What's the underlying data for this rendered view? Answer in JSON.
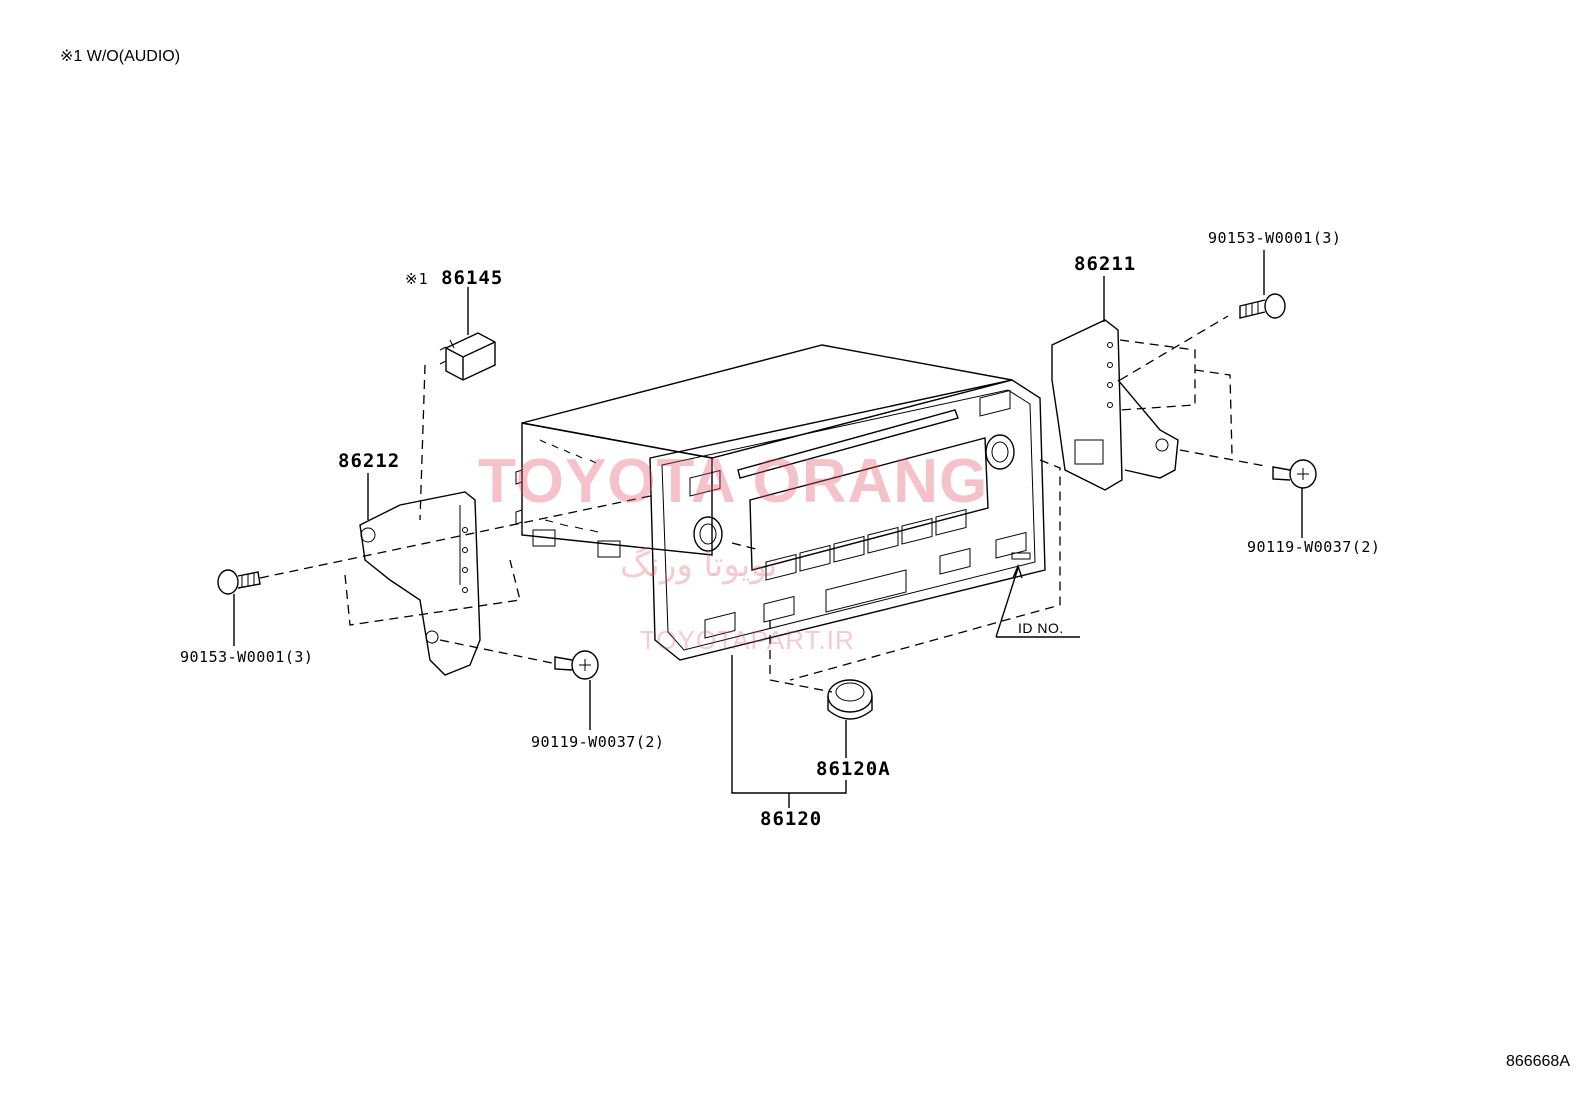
{
  "note": "※1 W/O(AUDIO)",
  "figure_number": "866668A",
  "parts": {
    "p86145_mark": "※1",
    "p86145": "86145",
    "p86212": "86212",
    "p86211": "86211",
    "p86120": "86120",
    "p86120A": "86120A",
    "bolt_left": "90153-W0001(3)",
    "bolt_right": "90153-W0001(3)",
    "screw_left": "90119-W0037(2)",
    "screw_right": "90119-W0037(2)",
    "id_no": "ID NO."
  },
  "watermark": {
    "line1": "TOYOTA ORANG",
    "line2": "تویوتا ورنگ",
    "line3": "TOYOTAPART.IR"
  }
}
